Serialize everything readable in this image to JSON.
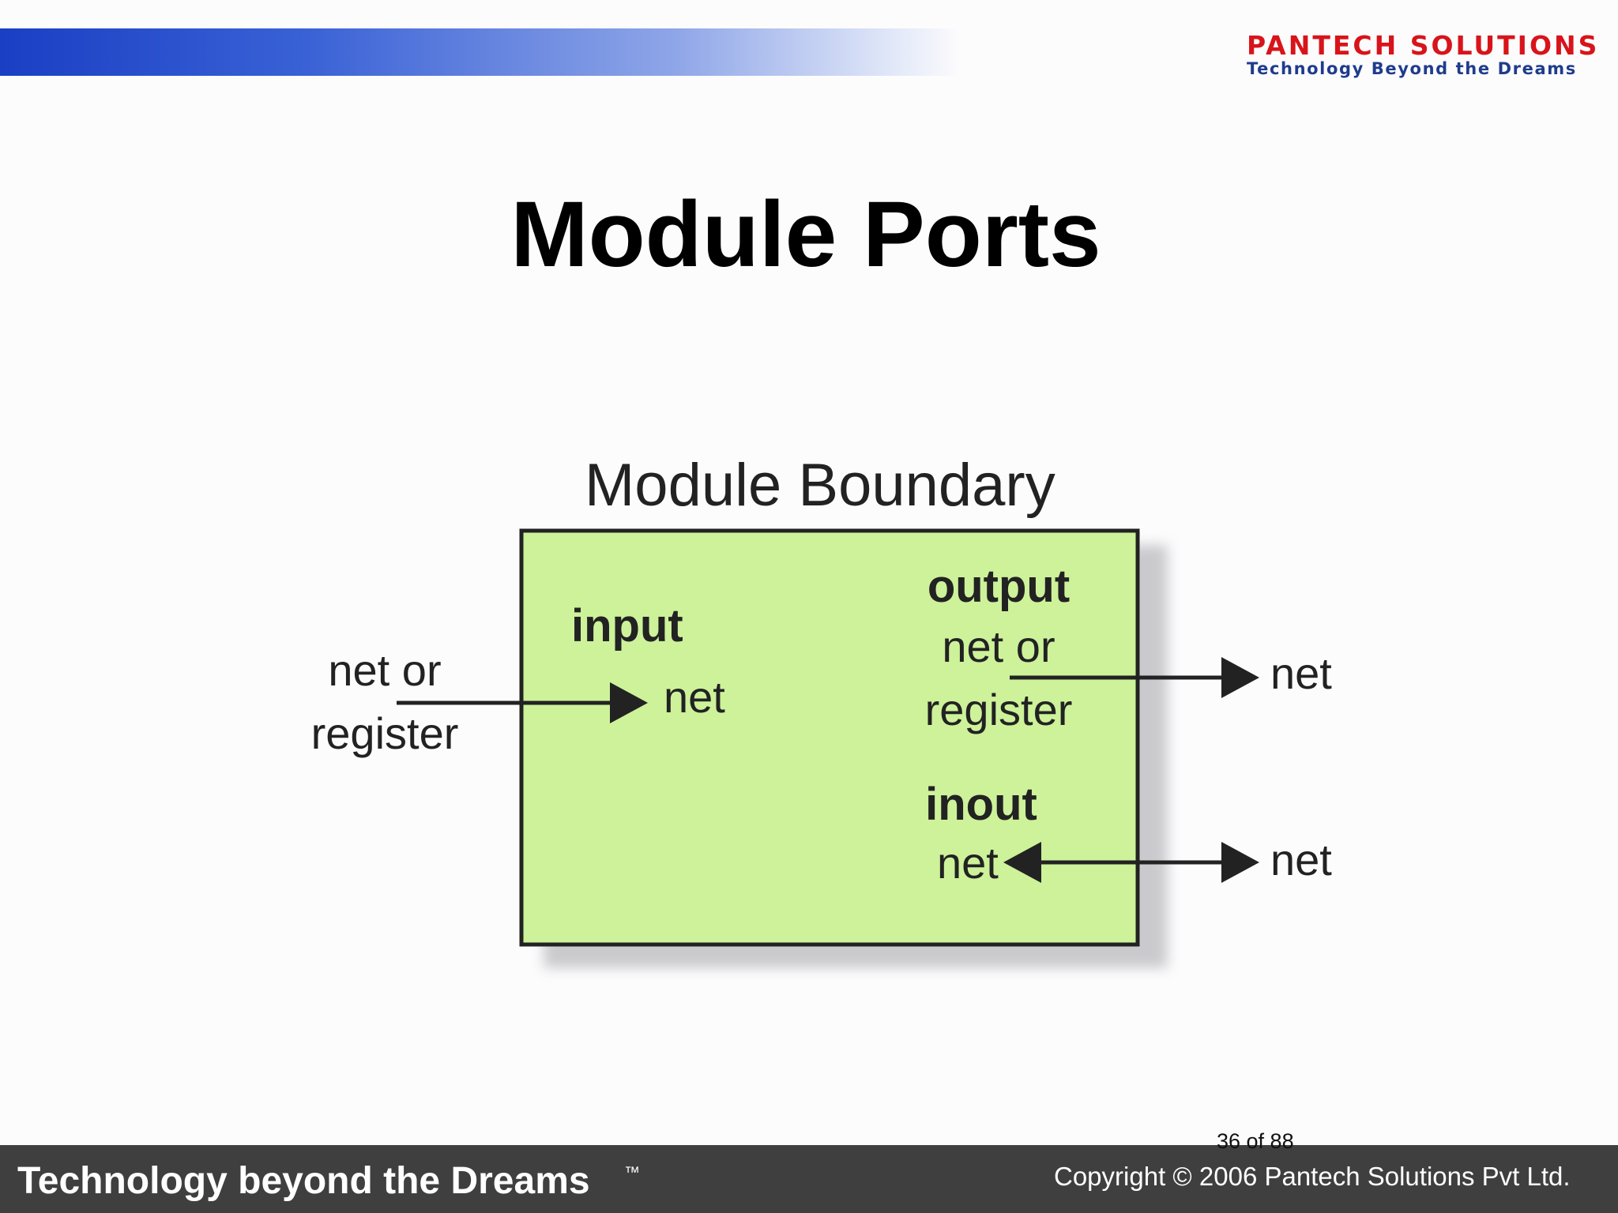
{
  "header": {
    "logo_name": "PANTECH SOLUTIONS",
    "logo_tagline": "Technology Beyond the Dreams"
  },
  "slide": {
    "title": "Module Ports"
  },
  "diagram": {
    "boundary_label": "Module Boundary",
    "input_keyword": "input",
    "input_inside_label": "net",
    "input_outside_line1": "net or",
    "input_outside_line2": "register",
    "output_keyword": "output",
    "output_inside_line1": "net or",
    "output_inside_line2": "register",
    "output_outside_label": "net",
    "inout_keyword": "inout",
    "inout_inside_label": "net",
    "inout_outside_label": "net",
    "colors": {
      "module_fill": "#cdf29a",
      "module_border": "#222222",
      "arrow": "#222222"
    }
  },
  "footer": {
    "tagline": "Technology beyond the Dreams",
    "tagline_mark": "™",
    "page_number": "36 of 88",
    "copyright": "Copyright © 2006 Pantech Solutions Pvt Ltd."
  }
}
